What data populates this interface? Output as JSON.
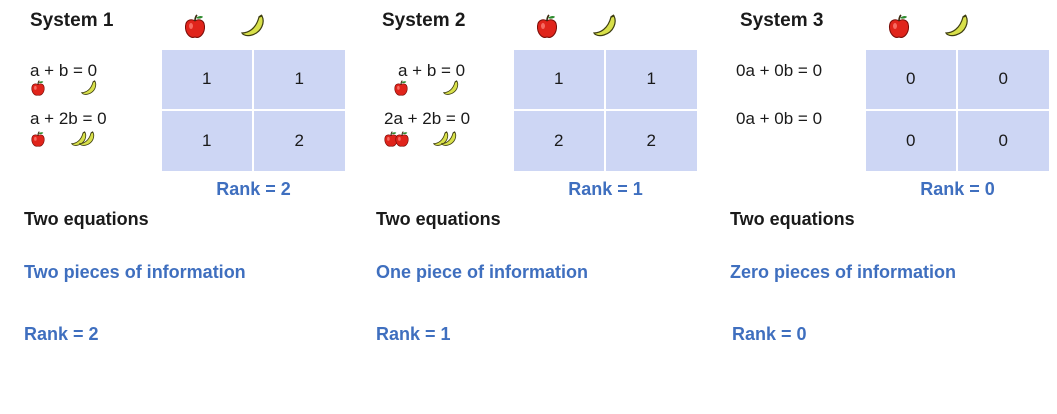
{
  "systems": [
    {
      "title": "System 1",
      "equations": [
        "a +   b = 0",
        "a + 2b = 0"
      ],
      "matrix": [
        [
          "1",
          "1"
        ],
        [
          "1",
          "2"
        ]
      ],
      "rank_label": "Rank = 2",
      "equations_label": "Two equations",
      "info_label": "Two pieces of information",
      "bottom_rank": "Rank = 2",
      "icons": [
        "apple-icon",
        "banana-icon"
      ]
    },
    {
      "title": "System 2",
      "equations": [
        "a +   b = 0",
        "2a + 2b = 0"
      ],
      "matrix": [
        [
          "1",
          "1"
        ],
        [
          "2",
          "2"
        ]
      ],
      "rank_label": "Rank = 1",
      "equations_label": "Two equations",
      "info_label": "One piece of information",
      "bottom_rank": "Rank = 1",
      "icons": [
        "apple-icon",
        "banana-icon"
      ]
    },
    {
      "title": "System 3",
      "equations": [
        "0a + 0b = 0",
        "0a + 0b = 0"
      ],
      "matrix": [
        [
          "0",
          "0"
        ],
        [
          "0",
          "0"
        ]
      ],
      "rank_label": "Rank = 0",
      "equations_label": "Two equations",
      "info_label": "Zero pieces of information",
      "bottom_rank": "Rank = 0",
      "icons": [
        "apple-icon",
        "banana-icon"
      ]
    }
  ],
  "colors": {
    "matrix_fill": "#cdd6f4",
    "accent_blue": "#3f6fbf",
    "apple_red": "#e0241b",
    "banana_yellow": "#d8e04a"
  }
}
